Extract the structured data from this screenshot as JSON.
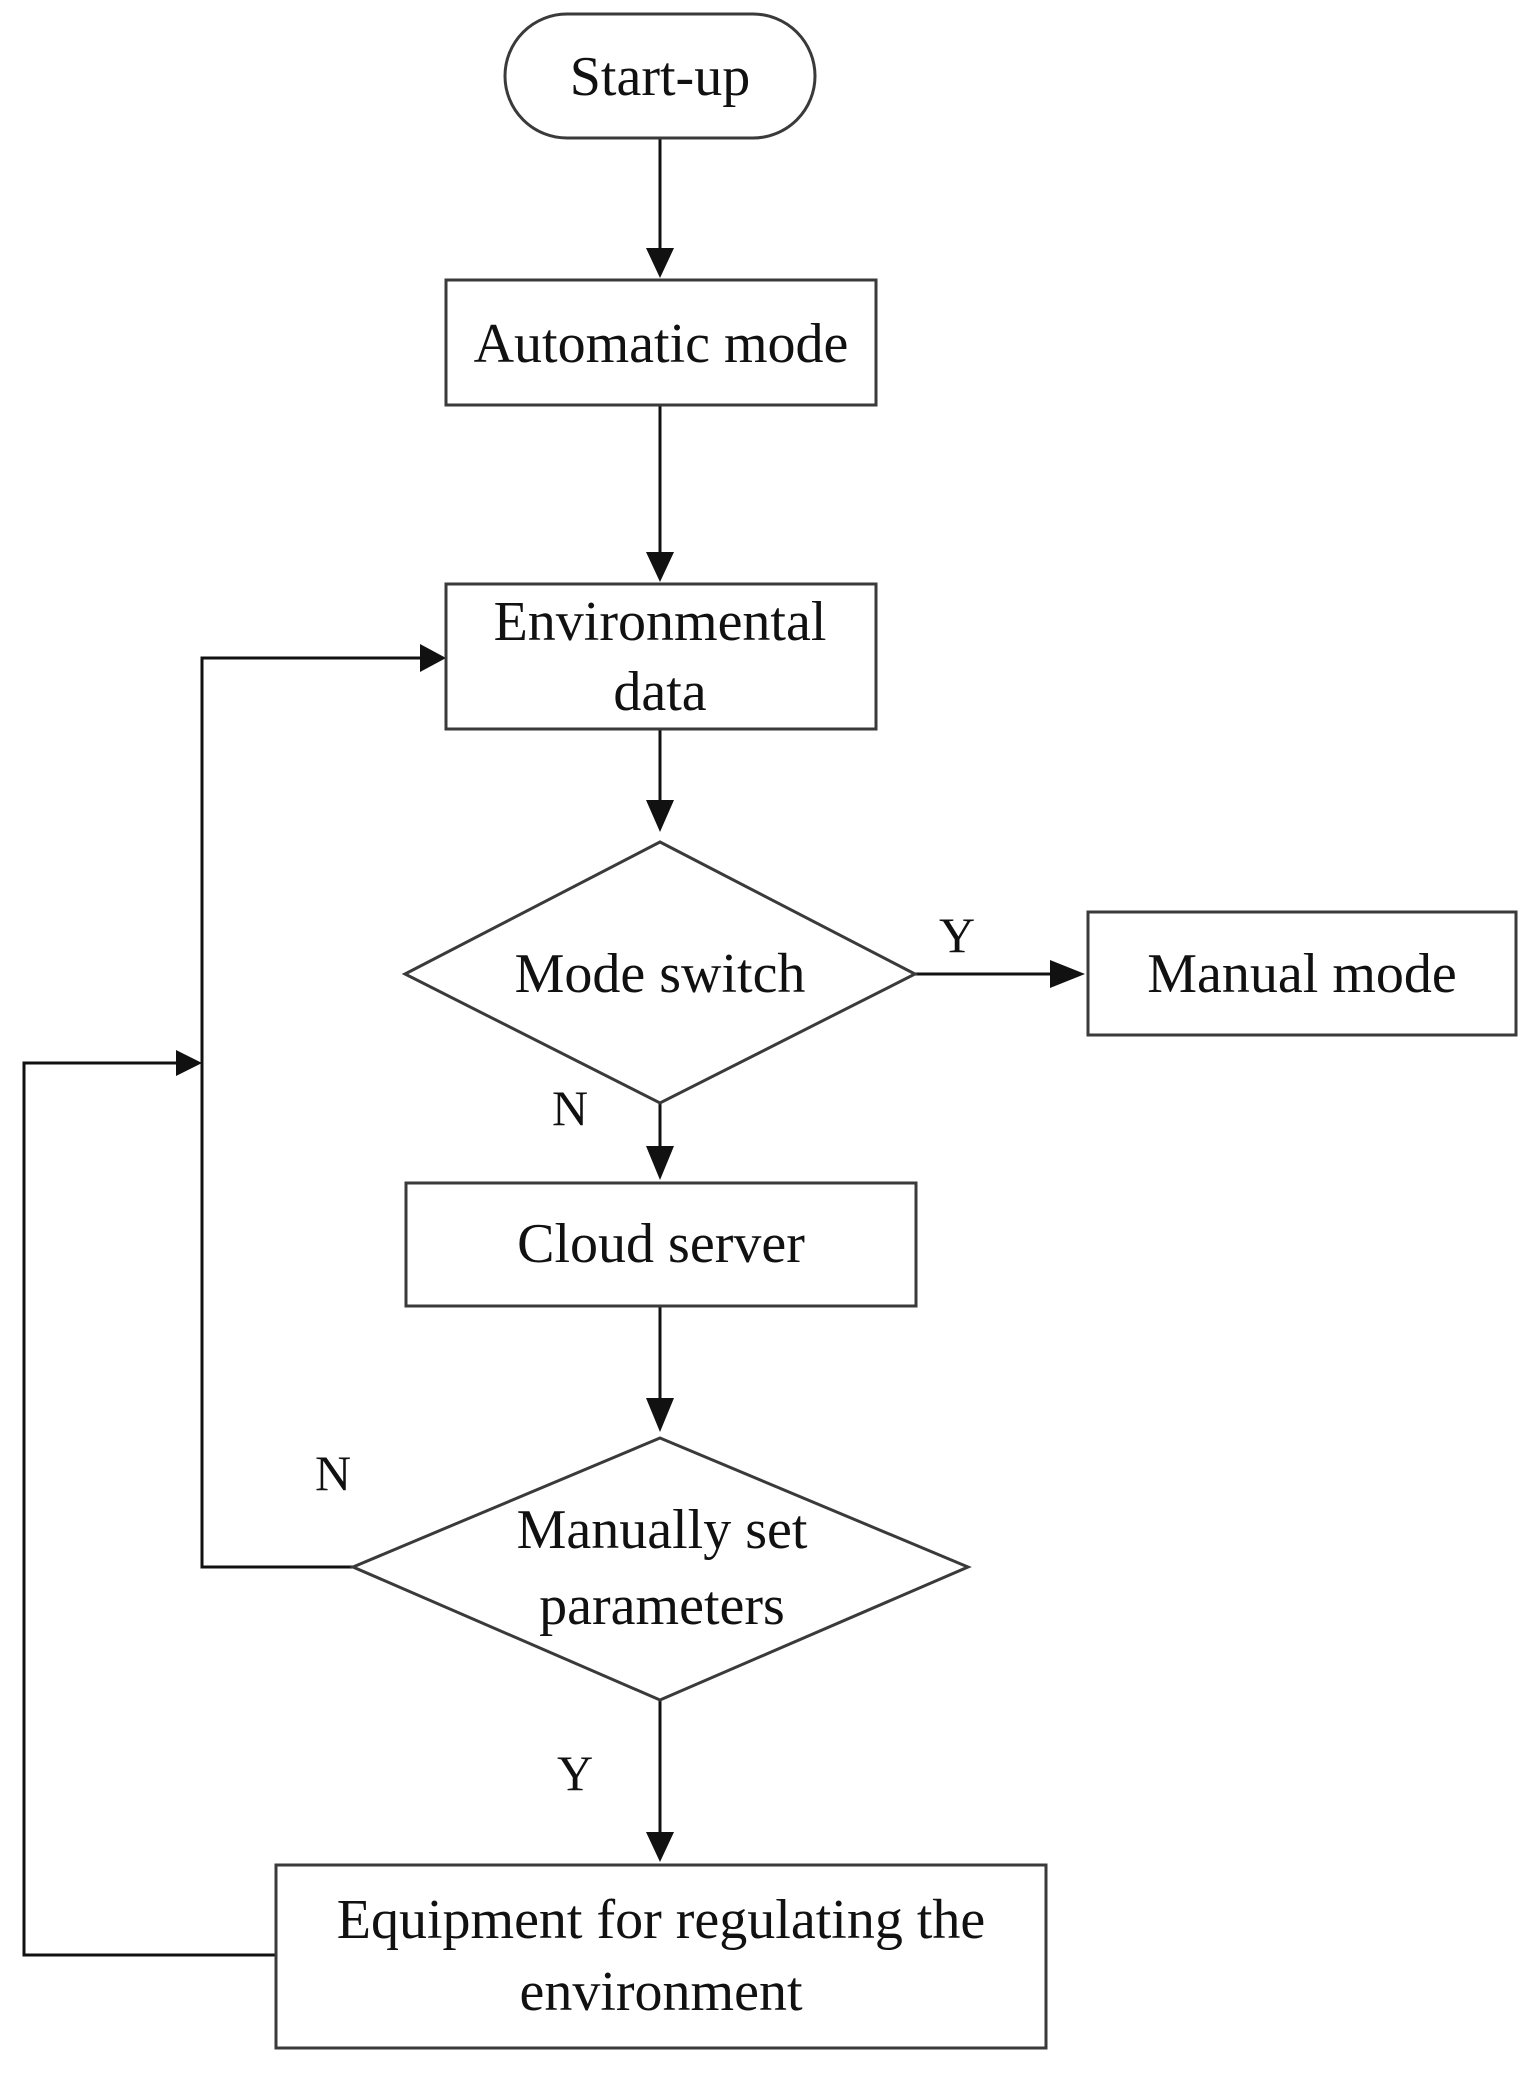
{
  "nodes": {
    "start": "Start-up",
    "automatic": "Automatic mode",
    "env_data_line1": "Environmental",
    "env_data_line2": "data",
    "mode_switch": "Mode switch",
    "manual_mode": "Manual mode",
    "cloud": "Cloud server",
    "manual_set_line1": "Manually set",
    "manual_set_line2": "parameters",
    "equipment_line1": "Equipment for regulating the",
    "equipment_line2": "environment"
  },
  "edge_labels": {
    "mode_switch_yes": "Y",
    "mode_switch_no": "N",
    "manual_set_no": "N",
    "manual_set_yes": "Y"
  },
  "colors": {
    "stroke": "#3a3a3a",
    "background": "#ffffff",
    "text": "#111111"
  }
}
